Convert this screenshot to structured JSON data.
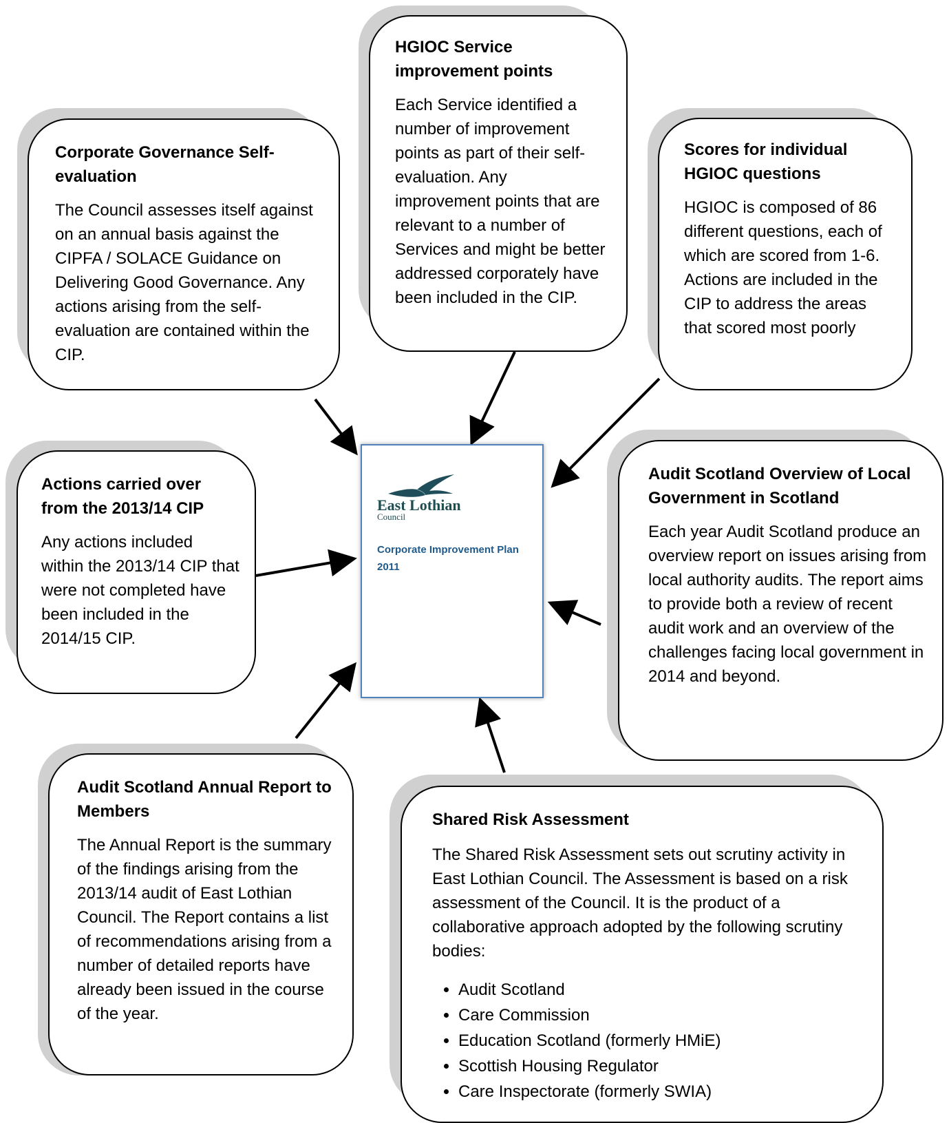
{
  "boxes": {
    "hgioc_service": {
      "title": "HGIOC Service improvement points",
      "body": "Each Service identified a number of improvement points as part of their self-evaluation. Any improvement points that are relevant to a number of Services and might be better addressed corporately have been included in the CIP."
    },
    "corporate_governance": {
      "title": "Corporate Governance Self-evaluation",
      "body": "The Council assesses itself against on an annual basis against the CIPFA / SOLACE Guidance on Delivering Good Governance. Any actions arising from the self-evaluation are contained within the CIP."
    },
    "hgioc_scores": {
      "title": "Scores for individual HGIOC questions",
      "body": "HGIOC is composed of 86 different questions, each of which are scored from 1-6. Actions are included in the CIP to address the areas that scored most poorly"
    },
    "carried_over": {
      "title": "Actions carried over from the 2013/14 CIP",
      "body": "Any actions included within the 2013/14 CIP that were not completed have been included in the 2014/15 CIP."
    },
    "audit_overview": {
      "title": "Audit Scotland Overview of Local Government in Scotland",
      "body": "Each year Audit Scotland produce an overview report on issues arising from local authority audits. The report aims to provide both a review of recent audit work and an overview of the challenges facing local government in 2014 and beyond."
    },
    "audit_annual": {
      "title": "Audit Scotland Annual Report to Members",
      "body": "The Annual Report is the summary of the findings arising from the 2013/14 audit of East Lothian Council. The Report contains a list of recommendations arising from a number of detailed reports have already been issued in the course of the year."
    },
    "shared_risk": {
      "title": "Shared Risk Assessment",
      "body": "The Shared Risk Assessment sets out scrutiny activity in East Lothian Council. The Assessment is based on a risk assessment of the Council. It is the product of a collaborative approach adopted by the following scrutiny bodies:",
      "bodies": [
        "Audit Scotland",
        "Care Commission",
        "Education Scotland (formerly HMiE)",
        "Scottish Housing Regulator",
        "Care Inspectorate (formerly SWIA)"
      ]
    }
  },
  "document": {
    "logo_name": "East Lothian",
    "logo_sub": "Council",
    "plan_title": "Corporate Improvement Plan 2011",
    "border_color": "#4f81bd",
    "title_color": "#1f5a8a"
  }
}
